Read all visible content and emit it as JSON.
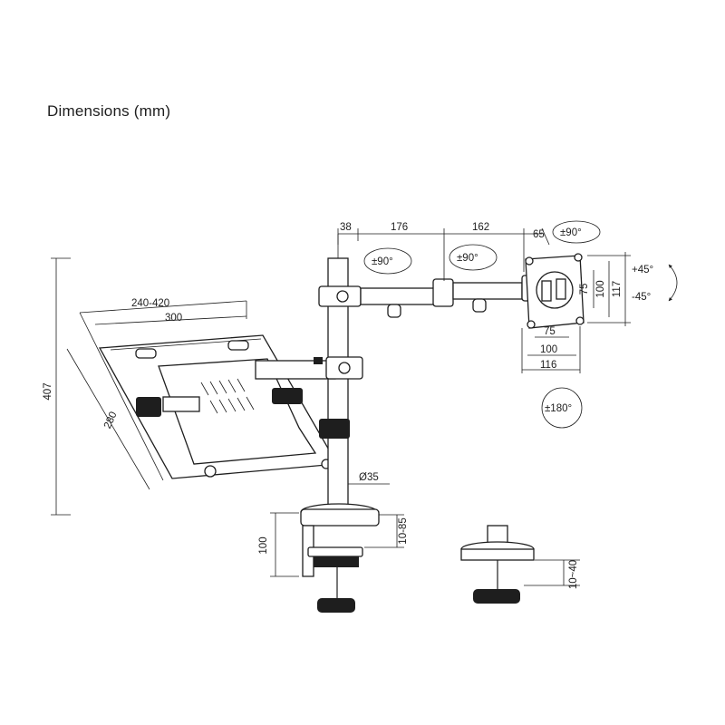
{
  "title": "Dimensions (mm)",
  "labels": {
    "arm_38": "38",
    "arm_176": "176",
    "arm_162": "162",
    "arm_65": "65",
    "rot_head": "±90°",
    "rot_joint1": "±90°",
    "rot_joint2": "±90°",
    "tilt_up": "+45°",
    "tilt_down": "-45°",
    "vesa_75_v": "75",
    "vesa_100_v": "100",
    "plate_117": "117",
    "vesa_75_h": "75",
    "vesa_100_h": "100",
    "plate_116": "116",
    "rotation_180": "±180°",
    "tray_240_420": "240-420",
    "tray_300": "300",
    "tray_280": "280",
    "height_407": "407",
    "pole_35": "Ø35",
    "clamp_10_85": "10-85",
    "clamp_100": "100",
    "grommet_10_40": "10~40"
  }
}
